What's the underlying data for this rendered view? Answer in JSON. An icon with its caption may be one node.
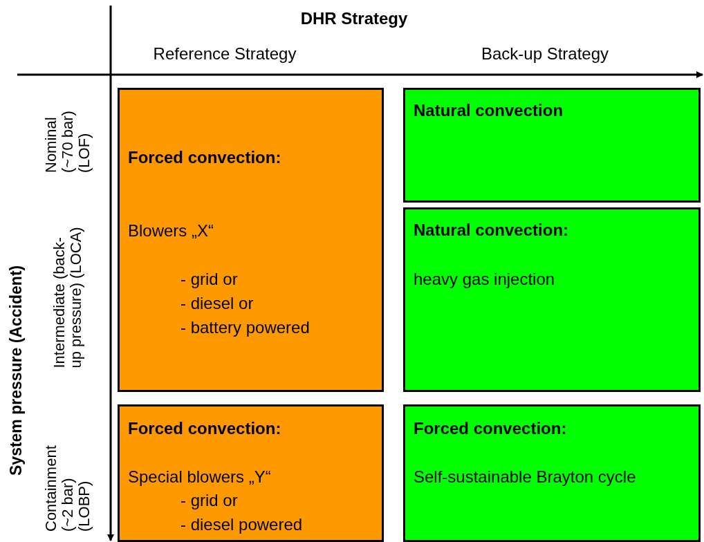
{
  "diagram": {
    "nodes": [
      {
        "text": [
          "Forced convection:",
          "Blowers „X“",
          "- grid or",
          "- diesel or",
          "- battery powered"
        ]
      },
      {
        "text": [
          "Natural convection"
        ]
      },
      {
        "text": [
          "Natural convection:",
          "heavy gas injection"
        ]
      },
      {
        "text": [
          "Forced convection:",
          "Special blowers „Y“",
          "- grid or",
          "- diesel powered"
        ]
      },
      {
        "text": [
          "Forced convection:",
          "Self-sustainable Brayton cycle"
        ]
      }
    ],
    "labels": [
      "DHR Strategy",
      "Reference Strategy",
      "Back-up Strategy",
      "System pressure (Accident)",
      "Nominal (~70 bar) (LOF)",
      "Intermediate (back-up pressure) (LOCA)",
      "Containment (~2 bar) (LOBP)"
    ]
  }
}
